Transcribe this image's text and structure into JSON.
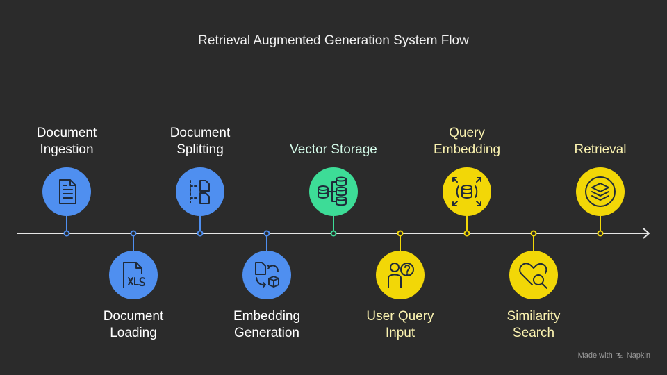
{
  "title": "Retrieval Augmented Generation System Flow",
  "colors": {
    "background": "#2b2b2b",
    "line": "#e6e6e6",
    "blue": "#4f8ff0",
    "green": "#3ddc97",
    "yellow": "#f2d707",
    "icon_stroke": "#1f2a3a"
  },
  "steps": [
    {
      "id": "document-ingestion",
      "label_line1": "Document",
      "label_line2": "Ingestion",
      "position": "above",
      "color": "blue",
      "icon": "document-icon"
    },
    {
      "id": "document-loading",
      "label_line1": "Document",
      "label_line2": "Loading",
      "position": "below",
      "color": "blue",
      "icon": "xls-file-icon"
    },
    {
      "id": "document-splitting",
      "label_line1": "Document",
      "label_line2": "Splitting",
      "position": "above",
      "color": "blue",
      "icon": "split-documents-icon"
    },
    {
      "id": "embedding-generation",
      "label_line1": "Embedding",
      "label_line2": "Generation",
      "position": "below",
      "color": "blue",
      "icon": "document-to-cube-icon"
    },
    {
      "id": "vector-storage",
      "label_line1": "",
      "label_line2": "Vector Storage",
      "position": "above",
      "color": "green",
      "icon": "database-network-icon"
    },
    {
      "id": "user-query-input",
      "label_line1": "User Query",
      "label_line2": "Input",
      "position": "below",
      "color": "yellow",
      "icon": "user-question-icon"
    },
    {
      "id": "query-embedding",
      "label_line1": "Query",
      "label_line2": "Embedding",
      "position": "above",
      "color": "yellow",
      "icon": "database-expand-icon"
    },
    {
      "id": "similarity-search",
      "label_line1": "Similarity",
      "label_line2": "Search",
      "position": "below",
      "color": "yellow",
      "icon": "heart-search-icon"
    },
    {
      "id": "retrieval",
      "label_line1": "",
      "label_line2": "Retrieval",
      "position": "above",
      "color": "yellow",
      "icon": "layers-icon"
    }
  ],
  "watermark": {
    "prefix": "Made with",
    "brand": "Napkin"
  }
}
